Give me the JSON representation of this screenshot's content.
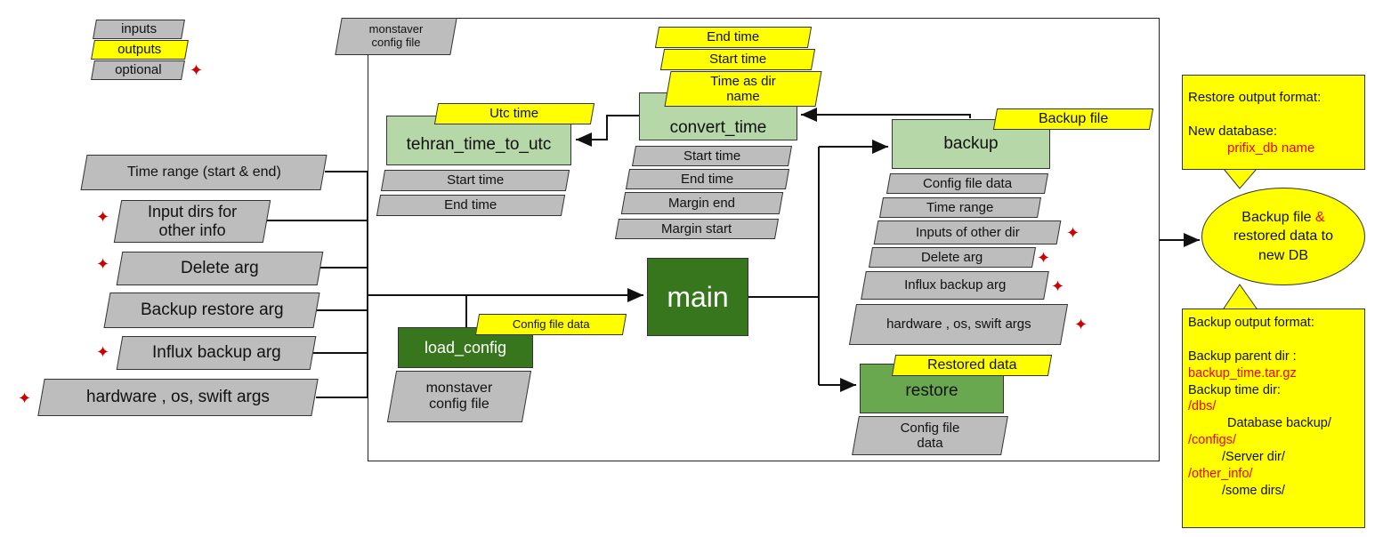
{
  "legend": {
    "inputs": "inputs",
    "outputs": "outputs",
    "optional": "optional"
  },
  "config_file_label": "monstaver config file",
  "left_inputs": {
    "time_range": "Time range (start & end)",
    "input_dirs": "Input dirs for other info",
    "delete_arg": "Delete arg",
    "backup_restore_arg": "Backup restore arg",
    "influx_backup_arg": "Influx backup arg",
    "hardware_args": "hardware , os, swift args"
  },
  "tehran": {
    "name": "tehran_time_to_utc",
    "output": "Utc time",
    "inputs": [
      "Start time",
      "End time"
    ]
  },
  "convert": {
    "name": "convert_time",
    "outputs": [
      "End time",
      "Start time",
      "Time as dir name"
    ],
    "inputs": [
      "Start time",
      "End time",
      "Margin end",
      "Margin start"
    ]
  },
  "backup": {
    "name": "backup",
    "output": "Backup file",
    "inputs": [
      "Config file data",
      "Time range",
      "Inputs of other dir",
      "Delete arg",
      "Influx backup arg",
      "hardware , os, swift args"
    ]
  },
  "main": {
    "name": "main"
  },
  "load_config": {
    "name": "load_config",
    "output": "Config file data",
    "input": "monstaver config file"
  },
  "restore": {
    "name": "restore",
    "output": "Restored data",
    "input": "Config file data"
  },
  "result": {
    "ellipse_part1": "Backup file",
    "ellipse_amp": "&",
    "ellipse_part2": "restored data to new DB"
  },
  "restore_note": {
    "heading": "Restore output format:",
    "db_label": "New database:",
    "db_value": "prifix_db name"
  },
  "backup_note": {
    "heading": "Backup output format:",
    "parent_label": "Backup parent dir :",
    "parent_value": "backup_time.tar.gz",
    "time_label": "Backup time dir:",
    "dbs": "/dbs/",
    "db_backup": "Database backup/",
    "configs": "/configs/",
    "server_dir": "/Server dir/",
    "other_info": "/other_info/",
    "some_dirs": "/some dirs/"
  },
  "colors": {
    "input_gray": "#bdbdbd",
    "output_yellow": "#ffff00",
    "light_green": "#b6d7a8",
    "dark_green": "#38761d",
    "mid_green": "#6aa84f",
    "optional_star": "#cc0000",
    "highlight_red": "#ee0000"
  }
}
